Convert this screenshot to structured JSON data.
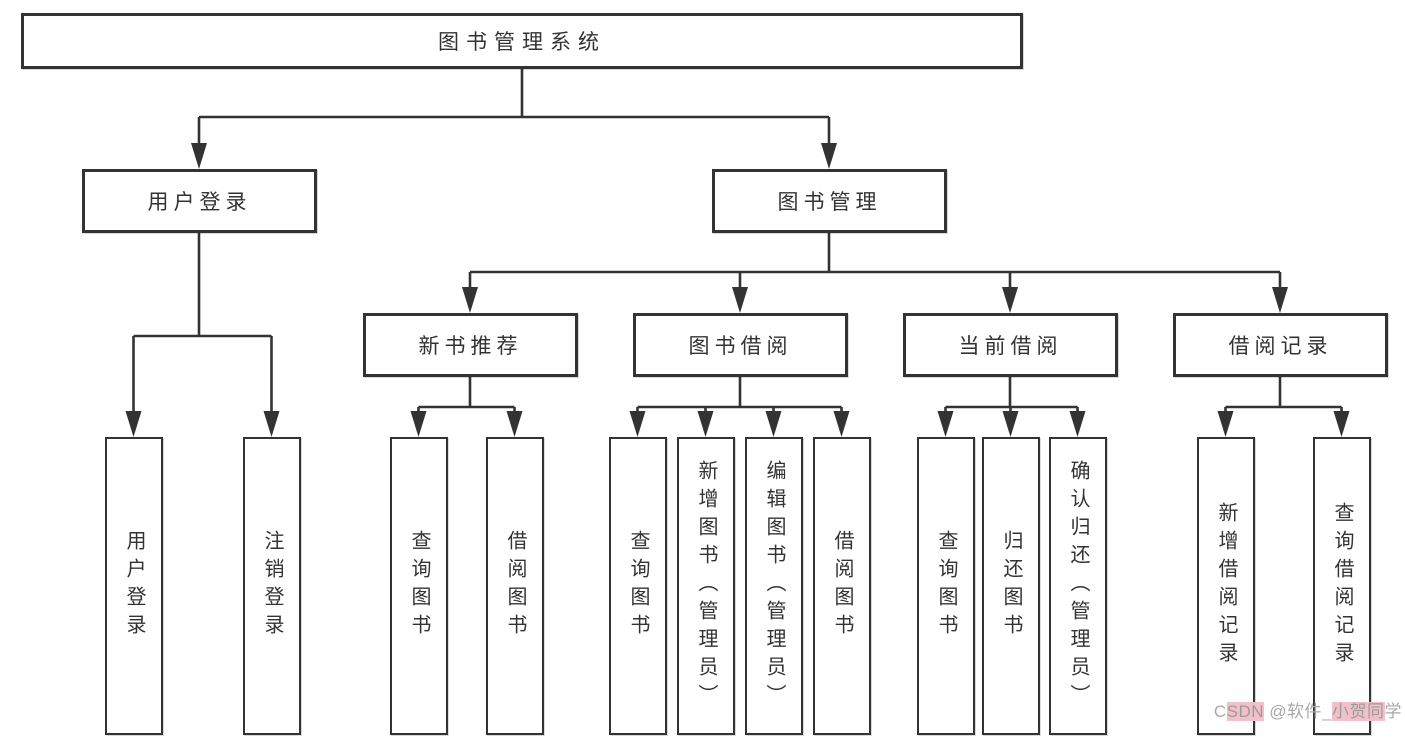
{
  "diagram": {
    "type": "tree",
    "root": {
      "label": "图书管理系统",
      "children": [
        {
          "label": "用户登录",
          "children": [
            {
              "label": "用户登录"
            },
            {
              "label": "注销登录"
            }
          ]
        },
        {
          "label": "图书管理",
          "children": [
            {
              "label": "新书推荐",
              "children": [
                {
                  "label": "查询图书"
                },
                {
                  "label": "借阅图书"
                }
              ]
            },
            {
              "label": "图书借阅",
              "children": [
                {
                  "label": "查询图书"
                },
                {
                  "label": "新增图书（管理员）"
                },
                {
                  "label": "编辑图书（管理员）"
                },
                {
                  "label": "借阅图书"
                }
              ]
            },
            {
              "label": "当前借阅",
              "children": [
                {
                  "label": "查询图书"
                },
                {
                  "label": "归还图书"
                },
                {
                  "label": "确认归还（管理员）"
                }
              ]
            },
            {
              "label": "借阅记录",
              "children": [
                {
                  "label": "新增借阅记录"
                },
                {
                  "label": "查询借阅记录"
                }
              ]
            }
          ]
        }
      ]
    }
  },
  "watermark": {
    "text": "CSDN @软件_小贺同学",
    "segments": [
      {
        "text": "C",
        "highlight": false
      },
      {
        "text": "SDN",
        "highlight": true
      },
      {
        "text": " @软件_",
        "highlight": false
      },
      {
        "text": "小贺同",
        "highlight": true
      },
      {
        "text": "学",
        "highlight": false
      }
    ]
  },
  "colors": {
    "line": "#333333",
    "box_border": "#333333",
    "background": "#ffffff",
    "watermark_text": "#a9a9a9",
    "watermark_highlight": "#f2c0ca"
  }
}
